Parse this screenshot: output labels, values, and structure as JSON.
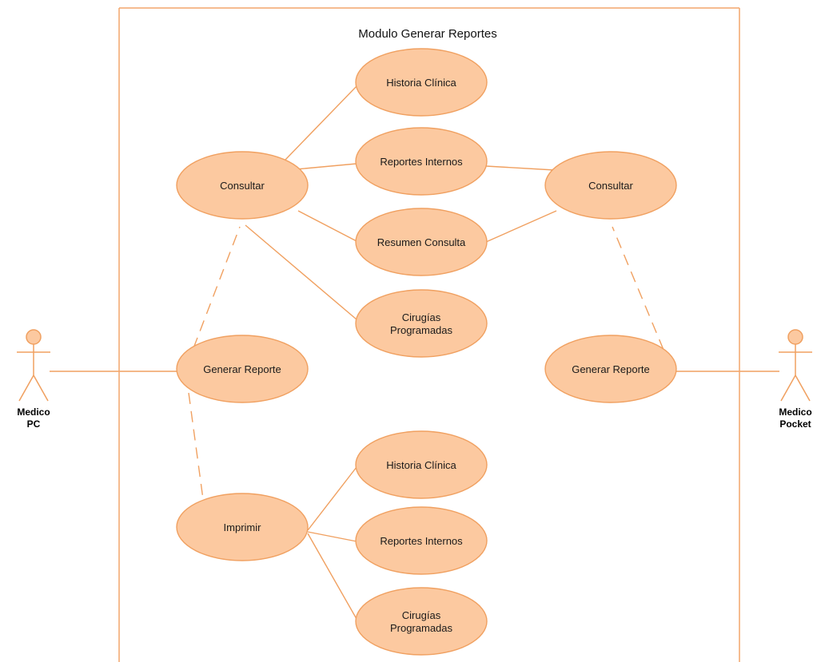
{
  "colors": {
    "accent": "#F3A66B",
    "ellipse_fill": "#FCC9A0",
    "stroke": "#F0A060",
    "text": "#1a1a1a"
  },
  "diagram": {
    "type": "uml-use-case",
    "title": "Modulo Generar Reportes",
    "actors": [
      {
        "id": "pc",
        "name_lines": [
          "Medico",
          "PC"
        ],
        "icon": "stick-figure-icon"
      },
      {
        "id": "pocket",
        "name_lines": [
          "Medico",
          "Pocket"
        ],
        "icon": "stick-figure-icon"
      }
    ],
    "use_cases": [
      {
        "id": "consultar_l",
        "lines": [
          "Consultar"
        ]
      },
      {
        "id": "generar_l",
        "lines": [
          "Generar Reporte"
        ]
      },
      {
        "id": "imprimir",
        "lines": [
          "Imprimir"
        ]
      },
      {
        "id": "hc_top",
        "lines": [
          "Historia Clínica"
        ]
      },
      {
        "id": "ri_top",
        "lines": [
          "Reportes Internos"
        ]
      },
      {
        "id": "rc",
        "lines": [
          "Resumen Consulta"
        ]
      },
      {
        "id": "cp_top",
        "lines": [
          "Cirugías",
          "Programadas"
        ]
      },
      {
        "id": "consultar_r",
        "lines": [
          "Consultar"
        ]
      },
      {
        "id": "generar_r",
        "lines": [
          "Generar Reporte"
        ]
      },
      {
        "id": "hc_bot",
        "lines": [
          "Historia Clínica"
        ]
      },
      {
        "id": "ri_bot",
        "lines": [
          "Reportes Internos"
        ]
      },
      {
        "id": "cp_bot",
        "lines": [
          "Cirugías",
          "Programadas"
        ]
      }
    ],
    "associations": [
      {
        "from": "pc",
        "to": "generar_l",
        "style": "solid"
      },
      {
        "from": "pocket",
        "to": "generar_r",
        "style": "solid"
      },
      {
        "from": "generar_l",
        "to": "consultar_l",
        "style": "dashed"
      },
      {
        "from": "generar_l",
        "to": "imprimir",
        "style": "dashed"
      },
      {
        "from": "generar_r",
        "to": "consultar_r",
        "style": "dashed"
      },
      {
        "from": "consultar_l",
        "to": "hc_top",
        "style": "solid"
      },
      {
        "from": "consultar_l",
        "to": "ri_top",
        "style": "solid"
      },
      {
        "from": "consultar_l",
        "to": "rc",
        "style": "solid"
      },
      {
        "from": "consultar_l",
        "to": "cp_top",
        "style": "solid"
      },
      {
        "from": "consultar_r",
        "to": "ri_top",
        "style": "solid"
      },
      {
        "from": "consultar_r",
        "to": "rc",
        "style": "solid"
      },
      {
        "from": "imprimir",
        "to": "hc_bot",
        "style": "solid"
      },
      {
        "from": "imprimir",
        "to": "ri_bot",
        "style": "solid"
      },
      {
        "from": "imprimir",
        "to": "cp_bot",
        "style": "solid"
      }
    ]
  }
}
